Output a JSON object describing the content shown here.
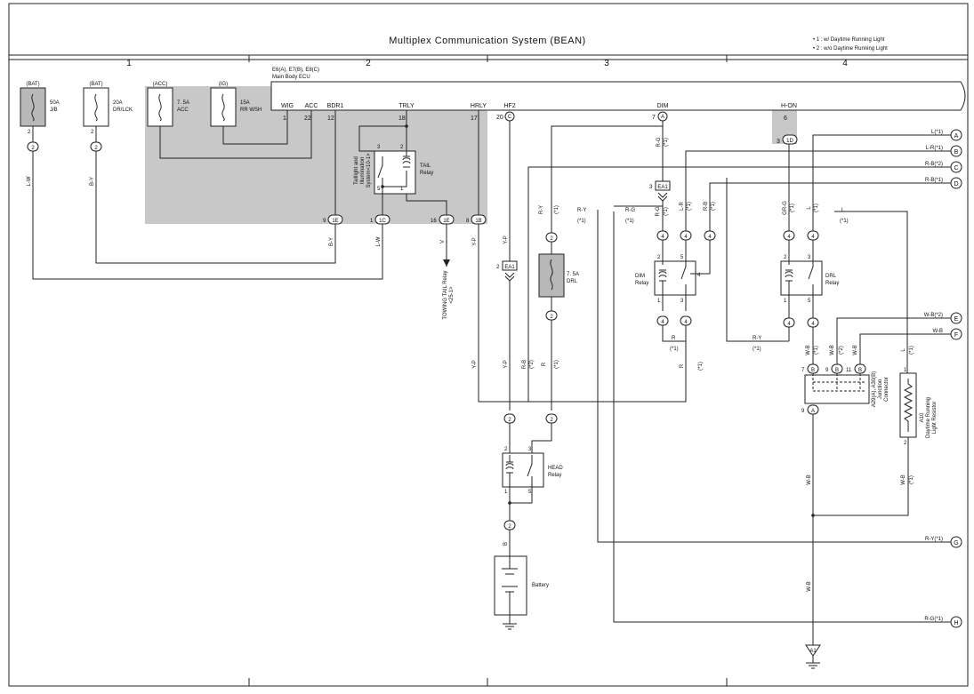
{
  "title": "Multiplex Communication System (BEAN)",
  "notes": [
    "• 1 : w/ Daytime Running Light",
    "• 2 : w/o Daytime Running Light"
  ],
  "columns": [
    "1",
    "2",
    "3",
    "4"
  ],
  "ecu": {
    "line1": "E6(A), E7(B), E8(C)",
    "line2": "Main Body ECU"
  },
  "ecu_pins": [
    {
      "name": "WIG",
      "num": "1"
    },
    {
      "name": "ACC",
      "num": "22"
    },
    {
      "name": "BDR1",
      "num": "12"
    },
    {
      "name": "TRLY",
      "num": "18"
    },
    {
      "name": "HRLY",
      "num": "17"
    },
    {
      "name": "HF2",
      "num": "20"
    },
    {
      "name": "DIM",
      "num": "7"
    },
    {
      "name": "H-ON",
      "num": "6"
    }
  ],
  "fuses": [
    {
      "source": "(BAT)",
      "amp": "50A",
      "name": "J/B"
    },
    {
      "source": "(BAT)",
      "amp": "20A",
      "name": "DR/LCK"
    },
    {
      "source": "(ACC)",
      "amp": "7. 5A",
      "name": "ACC"
    },
    {
      "source": "(IG)",
      "amp": "15A",
      "name": "RR WSH"
    },
    {
      "source": "",
      "amp": "7. 5A",
      "name": "DRL"
    }
  ],
  "relays": {
    "tail": "TAIL Relay",
    "dim": "DIM Relay",
    "drl": "DRL Relay",
    "head": "HEAD Relay"
  },
  "components": {
    "taillight_ref": "Taillight and Illumination System<10-1>",
    "towing_ref": "TOWING TAIL Relay <25-1>",
    "battery": "Battery",
    "junction": "A29(A), A30(B) Junction Connector",
    "resistor": "A10 Daytime Running Light Resistor",
    "ground": "A1",
    "ea1": "EA1"
  },
  "wire_labels": {
    "lw": "L-W",
    "by": "B-Y",
    "v": "V",
    "yp": "Y-P",
    "ry": "R-Y",
    "rg": "R-G",
    "lr": "L-R",
    "rb": "R-B",
    "grg": "GR-G",
    "l": "L",
    "r": "R",
    "wb": "W-B",
    "b": "B",
    "n1": "(*1)",
    "n2": "(*2)"
  },
  "connectors": [
    {
      "letter": "A",
      "label": "L(*1)"
    },
    {
      "letter": "B",
      "label": "L-R(*1)"
    },
    {
      "letter": "C",
      "label": "R-B(*2)"
    },
    {
      "letter": "D",
      "label": "R-B(*1)"
    },
    {
      "letter": "E",
      "label": "W-B(*2)"
    },
    {
      "letter": "F",
      "label": "W-B"
    },
    {
      "letter": "G",
      "label": "R-Y(*1)"
    },
    {
      "letter": "H",
      "label": "R-G(*1)"
    }
  ],
  "pins": {
    "p1": "1",
    "p2": "2",
    "p3": "3",
    "p4": "4",
    "p5": "5",
    "p6": "6",
    "p7": "7",
    "p8": "8",
    "p9": "9",
    "p11": "11",
    "p16": "16",
    "p17": "17",
    "p18": "18",
    "p20": "20",
    "p22": "22",
    "p12": "12",
    "c2": "2",
    "c4": "4",
    "c1E": "1E",
    "c1C": "1C",
    "c1B": "1B",
    "c1D": "1D",
    "cA": "A",
    "cB": "B",
    "cC": "C"
  }
}
